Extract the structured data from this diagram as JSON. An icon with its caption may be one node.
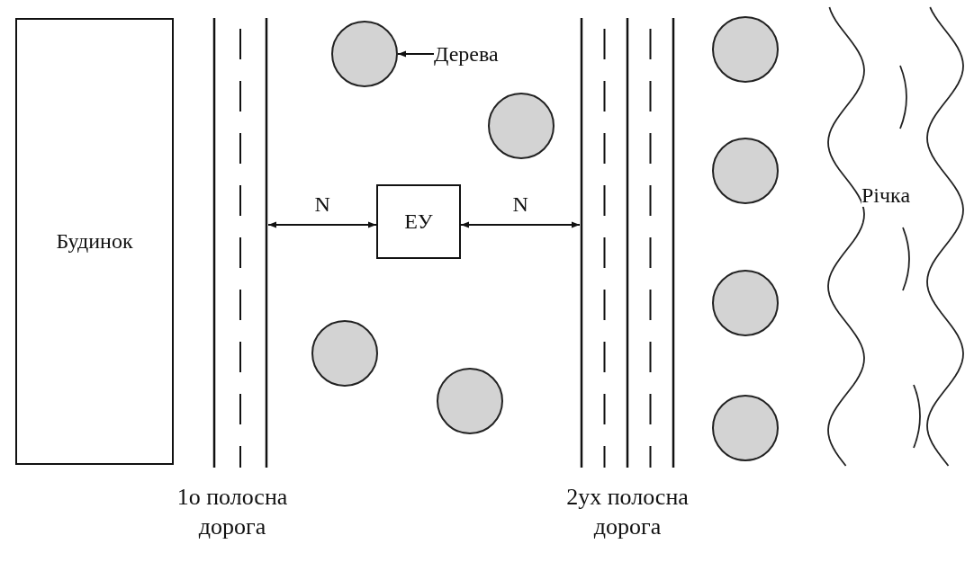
{
  "diagram": {
    "nodes": [
      {
        "text": [
          "Будинок"
        ]
      },
      {
        "text": [],
        "shape": "bar",
        "beside": [
          "1о полосна дорога"
        ]
      },
      {
        "text": [],
        "shape": "circle"
      },
      {
        "text": [
          "Дерева"
        ]
      },
      {
        "text": [],
        "shape": "circle"
      },
      {
        "text": [
          "ЕУ"
        ]
      },
      {
        "text": [],
        "shape": "circle"
      },
      {
        "text": [],
        "shape": "circle"
      },
      {
        "text": [],
        "shape": "bar",
        "beside": [
          "2ух полосна дорога"
        ]
      },
      {
        "text": [],
        "shape": "circle"
      },
      {
        "text": [],
        "shape": "circle"
      },
      {
        "text": [],
        "shape": "circle"
      },
      {
        "text": [],
        "shape": "circle"
      },
      {
        "text": [
          "Річка"
        ]
      }
    ],
    "edges": [
      {
        "from": 3,
        "to": 2,
        "arrow": "to"
      },
      {
        "from": 1,
        "to": 5,
        "arrow": "both",
        "label": "N"
      },
      {
        "from": 5,
        "to": 8,
        "arrow": "both",
        "label": "N"
      }
    ]
  }
}
